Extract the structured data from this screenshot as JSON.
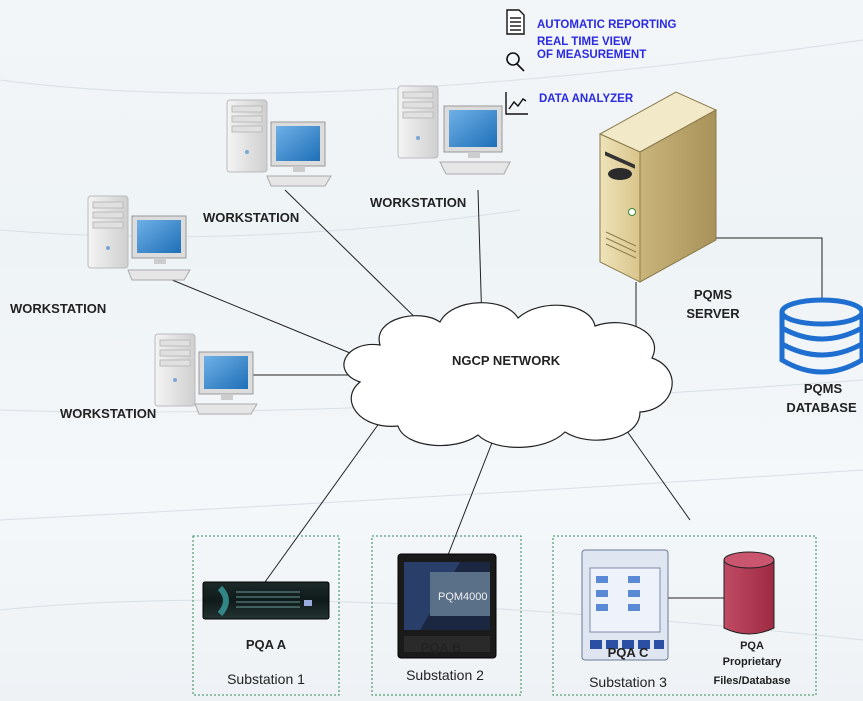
{
  "workstations": [
    {
      "label": "WORKSTATION"
    },
    {
      "label": "WORKSTATION"
    },
    {
      "label": "WORKSTATION"
    },
    {
      "label": "WORKSTATION"
    }
  ],
  "features": [
    {
      "icon": "document-icon",
      "text": "AUTOMATIC REPORTING"
    },
    {
      "icon": "magnifier-icon",
      "text": "REAL TIME VIEW OF MEASUREMENT"
    },
    {
      "icon": "line-chart-icon",
      "text": "DATA ANALYZER"
    }
  ],
  "network": {
    "label": "NGCP NETWORK"
  },
  "server": {
    "line1": "PQMS",
    "line2": "SERVER"
  },
  "database": {
    "line1": "PQMS",
    "line2": "DATABASE"
  },
  "substations": [
    {
      "device": "PQA A",
      "name": "Substation 1"
    },
    {
      "device": "PQA B",
      "name": "Substation 2",
      "screen_text": "PQM4000"
    },
    {
      "device": "PQA C",
      "name": "Substation 3"
    }
  ],
  "proprietary": {
    "line1": "PQA",
    "line2": "Proprietary",
    "line3": "Files/Database"
  },
  "colors": {
    "feature_text": "#2a2ae0",
    "database_blue": "#1f6fd1",
    "proprietary_db": "#b3344e",
    "server_beige": "#e8d9a8",
    "box_border": "#2e8b57"
  }
}
